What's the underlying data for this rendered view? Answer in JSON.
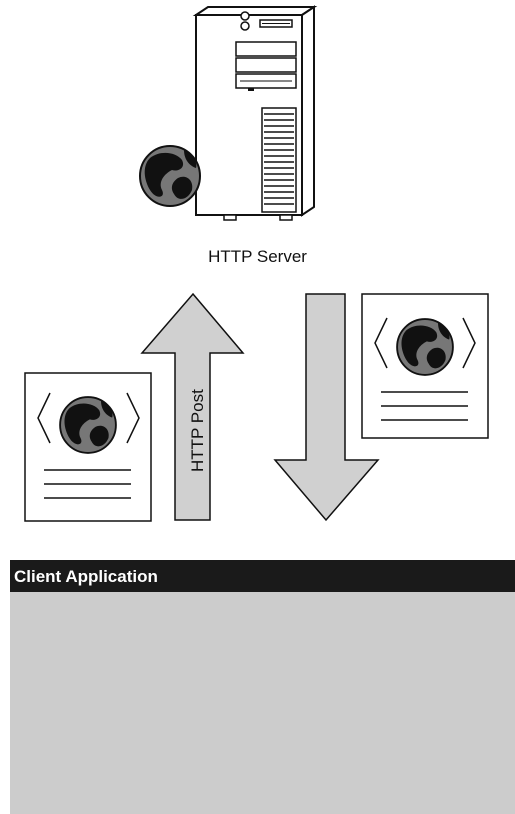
{
  "server": {
    "label": "HTTP Server",
    "icon": "server-tower-icon"
  },
  "upload": {
    "arrow_label": "HTTP Post",
    "document_icon": "web-document-icon"
  },
  "download": {
    "document_icon": "web-document-icon"
  },
  "client": {
    "title": "Client Application"
  },
  "colors": {
    "arrow_fill": "#d0d0d0",
    "globe_fill": "#777777",
    "client_body": "#cccccc",
    "client_titlebar": "#1a1a1a"
  }
}
